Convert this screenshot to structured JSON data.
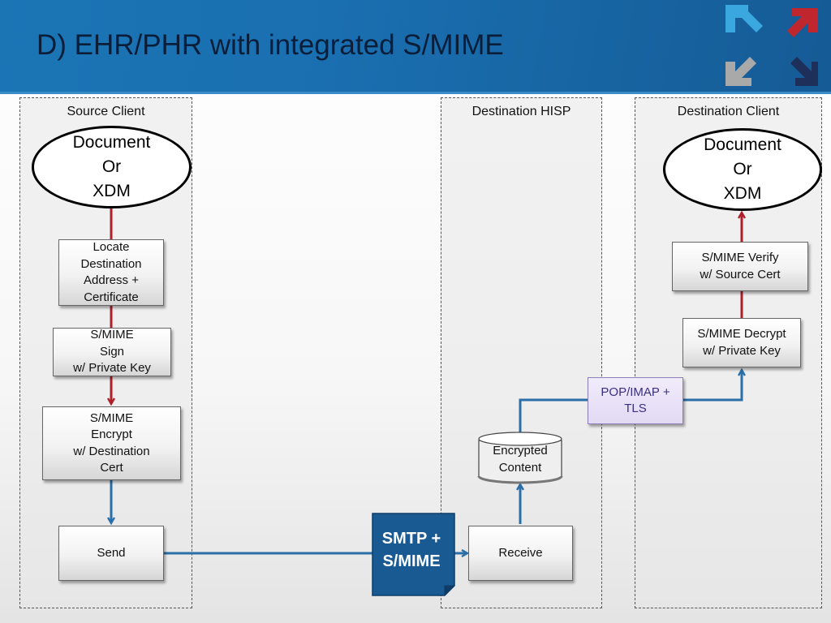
{
  "slide": {
    "title": "D) EHR/PHR with integrated S/MIME"
  },
  "lanes": {
    "source": "Source Client",
    "hisp": "Destination HISP",
    "destination": "Destination Client"
  },
  "source": {
    "document": "Document\nOr\nXDM",
    "locate": "Locate\nDestination\nAddress +\nCertificate",
    "sign": "S/MIME\nSign\nw/ Private Key",
    "encrypt": "S/MIME\nEncrypt\nw/ Destination\nCert",
    "send": "Send"
  },
  "transport": {
    "smtp": "SMTP +\nS/MIME",
    "pop": "POP/IMAP +\nTLS"
  },
  "hisp": {
    "receive": "Receive",
    "encrypted": "Encrypted\nContent"
  },
  "destination": {
    "document": "Document\nOr\nXDM",
    "verify": "S/MIME Verify\nw/ Source Cert",
    "decrypt": "S/MIME Decrypt\nw/ Private Key"
  },
  "colors": {
    "red_arrow": "#b0202a",
    "blue_arrow": "#2a6fa8",
    "header_blue": "#1b75b5",
    "smtp_fill": "#1a5a92",
    "pop_fill": "#e2d9f4"
  }
}
